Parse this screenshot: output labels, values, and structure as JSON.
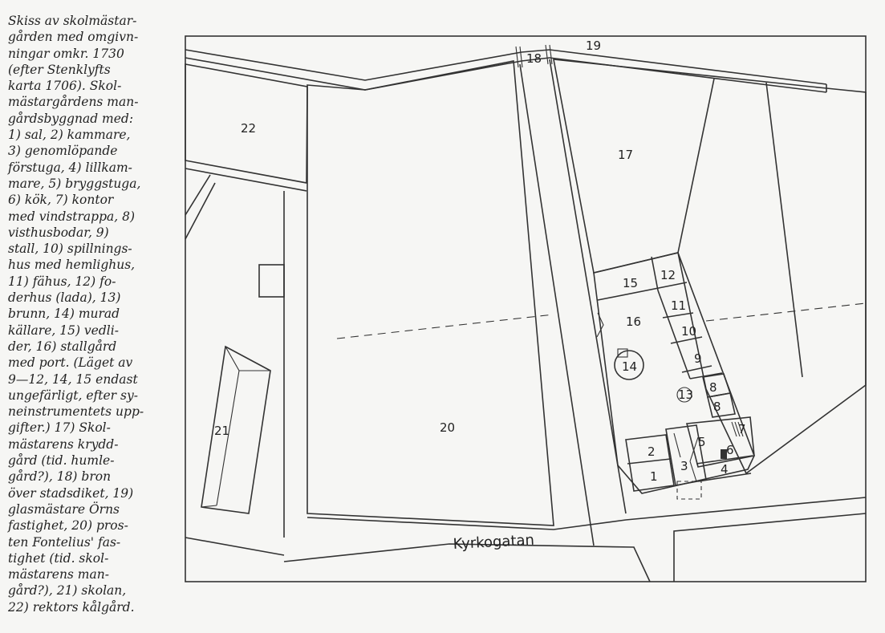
{
  "caption": {
    "lines": [
      "Skiss av skolmästar-",
      "gården med omgivn-",
      "ningar omkr. 1730",
      "(efter Stenklyfts",
      "karta 1706). Skol-",
      "mästargårdens man-",
      "gårdsbyggnad med:",
      "1) sal, 2) kammare,",
      "3) genomlöpande",
      "förstuga, 4) lillkam-",
      "mare, 5) bryggstuga,",
      "6) kök, 7) kontor",
      "med vindstrappa, 8)",
      "visthusbodar, 9)",
      "stall, 10) spillnings-",
      "hus med hemlighus,",
      "11) fähus, 12) fo-",
      "derhus (lada), 13)",
      "brunn, 14) murad",
      "källare, 15) vedli-",
      "der, 16) stallgård",
      "med port. (Läget av",
      "9—12, 14, 15 endast",
      "ungefärligt, efter sy-",
      "neinstrumentets upp-",
      "gifter.) 17) Skol-",
      "mästarens krydd-",
      "gård (tid. humle-",
      "gård?), 18) bron",
      "över stadsdiket, 19)",
      "glasmästare Örns",
      "fastighet, 20) pros-",
      "ten Fontelius' fas-",
      "tighet (tid. skol-",
      "mästarens man-",
      "gård?), 21) skolan,",
      "22) rektors kålgård."
    ]
  },
  "map": {
    "street_name": "Kyrkogatan",
    "labels": {
      "n1": "1",
      "n2": "2",
      "n3": "3",
      "n4": "4",
      "n5": "5",
      "n6": "6",
      "n7": "7",
      "n8a": "8",
      "n8b": "8",
      "n9": "9",
      "n10": "10",
      "n11": "11",
      "n12": "12",
      "n13": "13",
      "n14": "14",
      "n15": "15",
      "n16": "16",
      "n17": "17",
      "n18": "18",
      "n19": "19",
      "n20": "20",
      "n21": "21",
      "n22": "22"
    }
  }
}
